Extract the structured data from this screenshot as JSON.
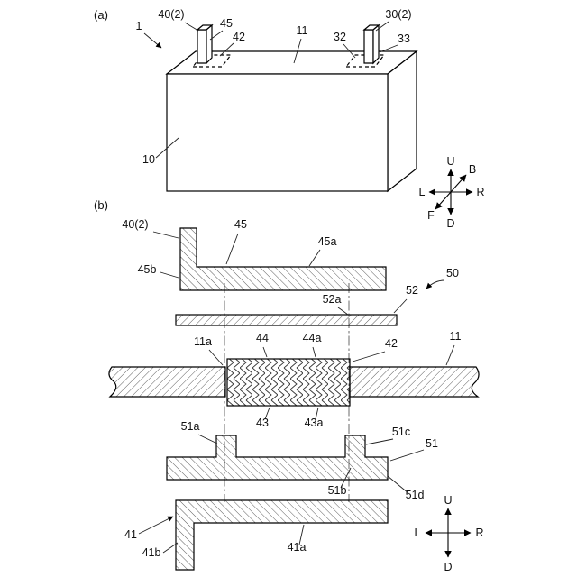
{
  "panels": {
    "a": "(a)",
    "b": "(b)"
  },
  "panel_a": {
    "refs": {
      "r1": "1",
      "r40": "40(2)",
      "r45": "45",
      "r42": "42",
      "r11": "11",
      "r32": "32",
      "r30": "30(2)",
      "r33": "33",
      "r10": "10"
    },
    "axis": {
      "u": "U",
      "b": "B",
      "r": "R",
      "l": "L",
      "f": "F",
      "d": "D"
    }
  },
  "panel_b": {
    "refs": {
      "r40": "40(2)",
      "r45": "45",
      "r45a": "45a",
      "r45b": "45b",
      "r50": "50",
      "r52": "52",
      "r52a": "52a",
      "r11a": "11a",
      "r44": "44",
      "r44a": "44a",
      "r42": "42",
      "r11": "11",
      "r43": "43",
      "r43a": "43a",
      "r51a": "51a",
      "r51c": "51c",
      "r51": "51",
      "r51b": "51b",
      "r51d": "51d",
      "r41": "41",
      "r41a": "41a",
      "r41b": "41b"
    },
    "axis": {
      "u": "U",
      "d": "D",
      "l": "L",
      "r": "R"
    }
  }
}
